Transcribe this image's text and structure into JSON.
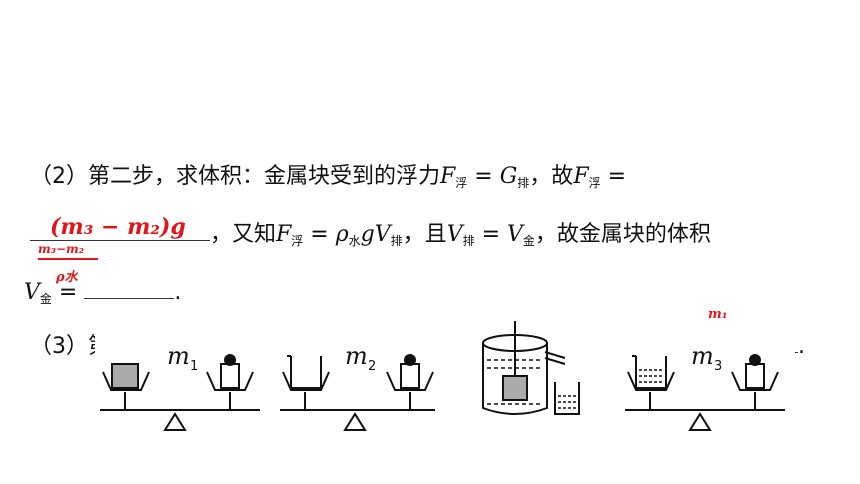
{
  "line1": {
    "prefix": "（2）第二步，求体积：金属块受到的浮力",
    "F": "F",
    "fu": "浮",
    "eq1": " = ",
    "G": "G",
    "pai": "排",
    "mid": "，故",
    "F2": "F",
    "fu2": "浮",
    "eq2": " = "
  },
  "line2": {
    "text1": "，又知",
    "F": "F",
    "fu": "浮",
    "eq": " = ",
    "rho": "ρ",
    "shui": "水",
    "gV": "gV",
    "pai": "排",
    "text2": "，且",
    "V1": "V",
    "pai2": "排",
    "eq2": " = ",
    "V2": "V",
    "jin": "金",
    "text3": "，故金属块的体积"
  },
  "line3": {
    "V": "V",
    "jin": "金",
    "eq": " = ",
    "end": "."
  },
  "line4": {
    "prefix": "（3）第",
    "end": "."
  },
  "answers": {
    "buoyancy": "(m₃ − m₂)g",
    "vol_num": "m₃−m₂",
    "vol_den": "ρ水",
    "density_top": "m₁"
  },
  "figure": {
    "labels": [
      "m",
      "m",
      "m"
    ],
    "subs": [
      "1",
      "2",
      "3"
    ]
  },
  "colors": {
    "answer": "#e0161b",
    "text": "#111111"
  }
}
